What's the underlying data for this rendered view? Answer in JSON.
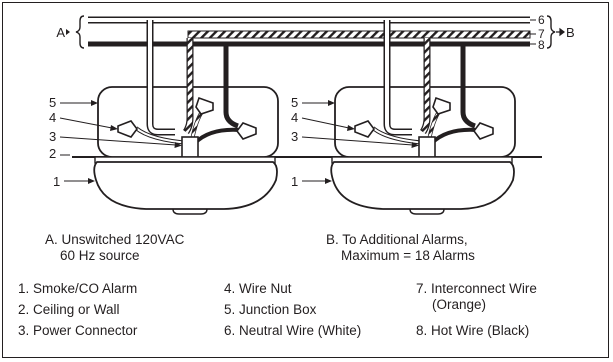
{
  "bus_labels": {
    "a": "A",
    "b": "B",
    "wire6": "6",
    "wire7": "7",
    "wire8": "8"
  },
  "part_callouts": [
    "5",
    "4",
    "3",
    "2",
    "1"
  ],
  "captions": {
    "a_line1": "A. Unswitched 120VAC",
    "a_line2": "60 Hz source",
    "b_line1": "B. To Additional Alarms,",
    "b_line2": "Maximum = 18 Alarms"
  },
  "legend": [
    {
      "num": "1.",
      "text": "Smoke/CO Alarm"
    },
    {
      "num": "2.",
      "text": "Ceiling or Wall"
    },
    {
      "num": "3.",
      "text": "Power Connector"
    },
    {
      "num": "4.",
      "text": "Wire Nut"
    },
    {
      "num": "5.",
      "text": "Junction Box"
    },
    {
      "num": "6.",
      "text": "Neutral Wire (White)"
    },
    {
      "num": "7.",
      "text": "Interconnect Wire",
      "text2": "(Orange)"
    },
    {
      "num": "8.",
      "text": "Hot Wire (Black)"
    }
  ],
  "colors": {
    "ink": "#231f20",
    "paper": "#ffffff"
  }
}
